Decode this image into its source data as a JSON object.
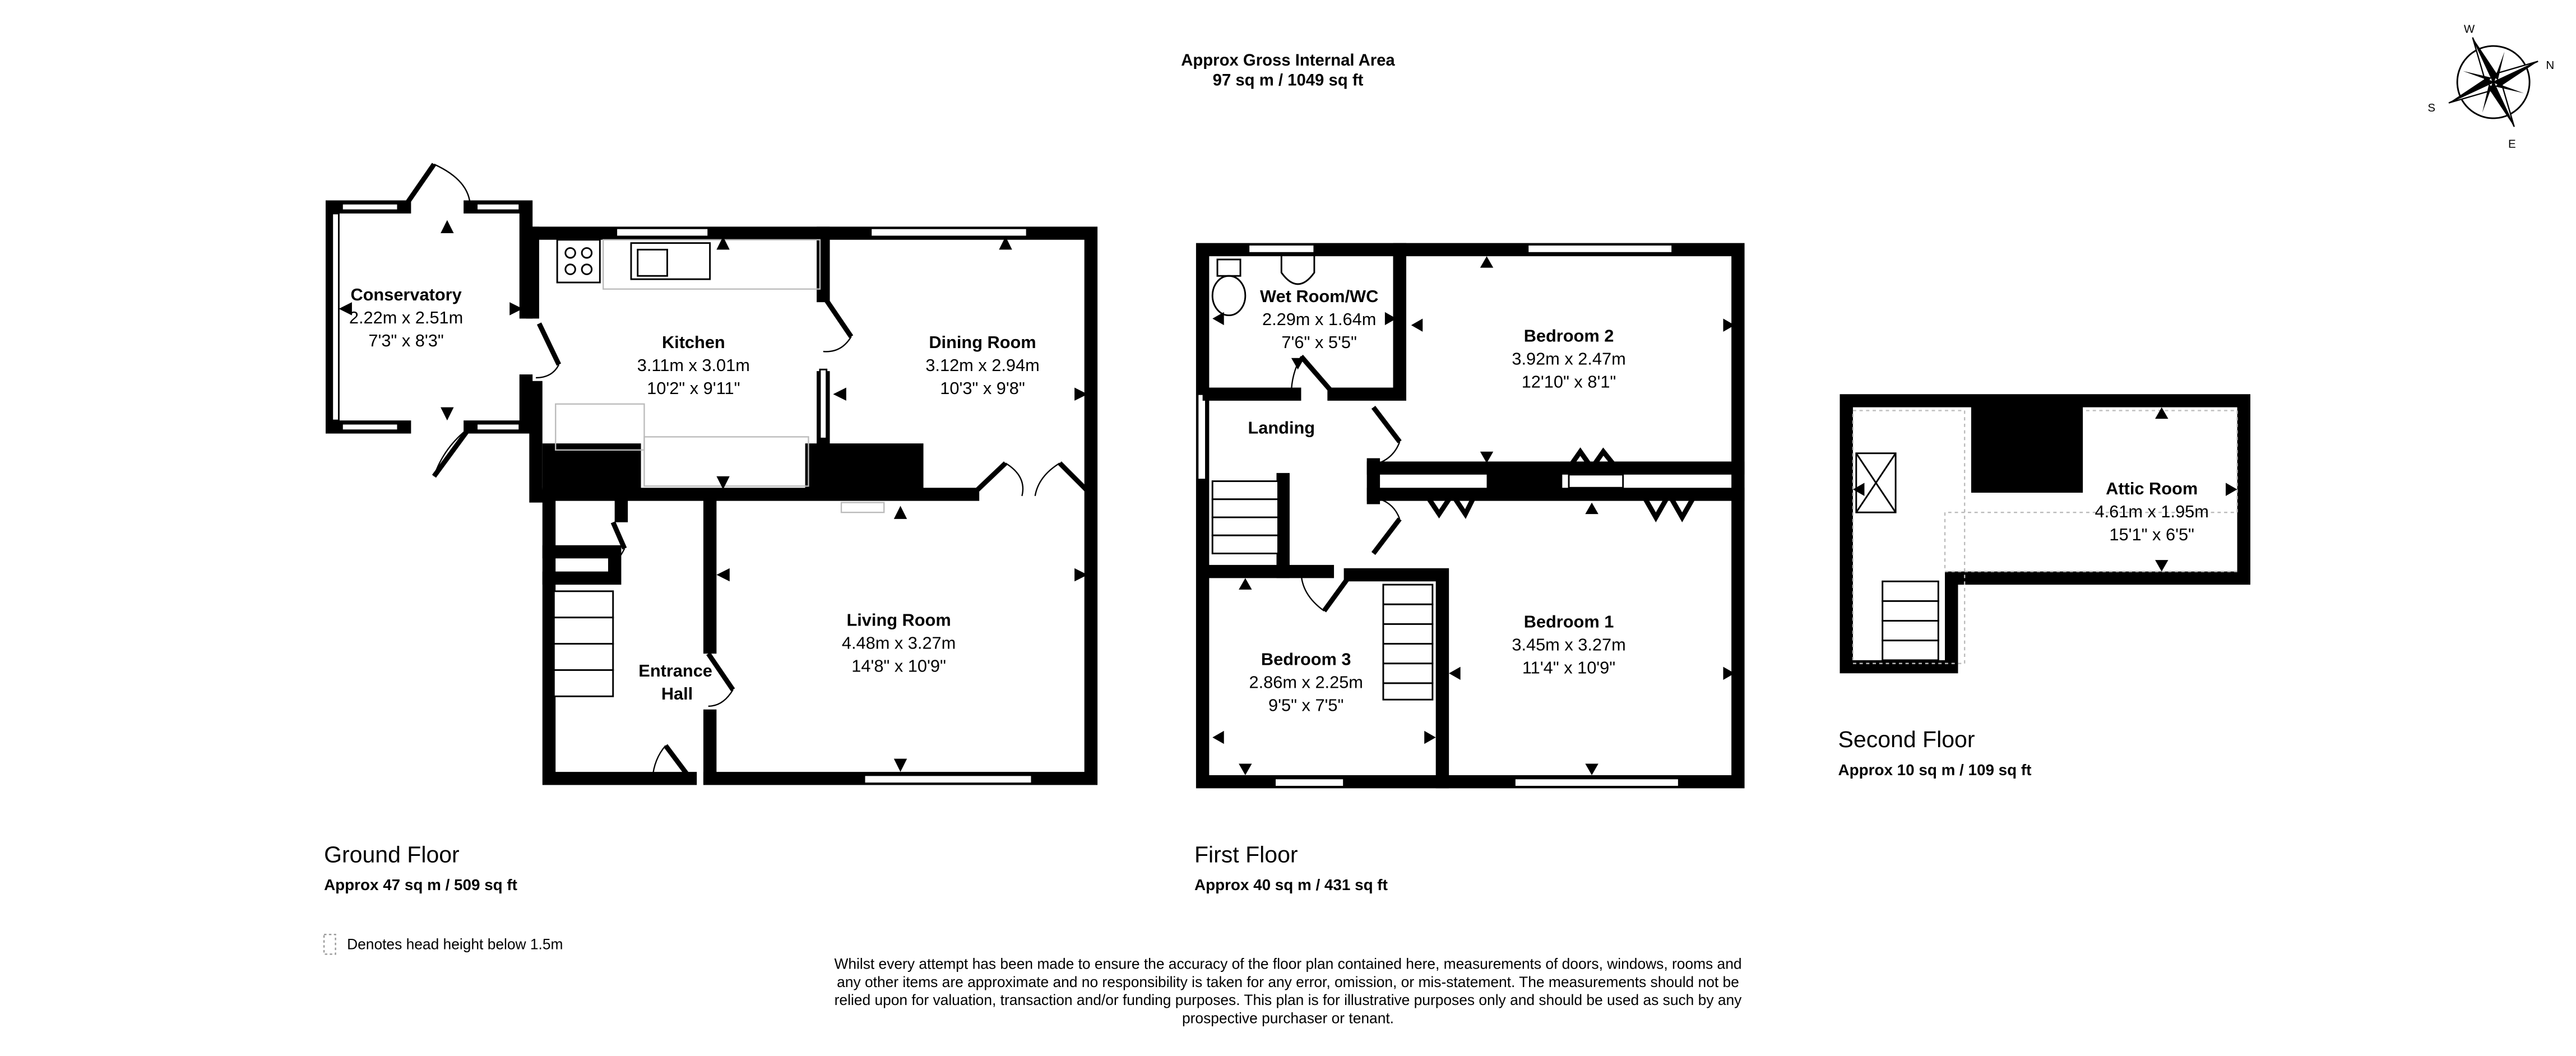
{
  "header": {
    "title": "Approx Gross Internal Area",
    "area": "97 sq m / 1049 sq ft"
  },
  "compass": {
    "letters": [
      "W",
      "N",
      "S",
      "E"
    ],
    "icon": "compass-rose-icon"
  },
  "ground_floor": {
    "label": "Ground Floor",
    "area": "Approx 47 sq m / 509 sq ft",
    "rooms": [
      {
        "name": "Conservatory",
        "metric": "2.22m x 2.51m",
        "imperial": "7'3\" x 8'3\""
      },
      {
        "name": "Kitchen",
        "metric": "3.11m x 3.01m",
        "imperial": "10'2\" x 9'11\""
      },
      {
        "name": "Dining Room",
        "metric": "3.12m x 2.94m",
        "imperial": "10'3\" x 9'8\""
      },
      {
        "name": "Living Room",
        "metric": "4.48m x 3.27m",
        "imperial": "14'8\" x 10'9\""
      },
      {
        "name_line1": "Entrance",
        "name_line2": "Hall"
      }
    ]
  },
  "first_floor": {
    "label": "First Floor",
    "area": "Approx 40 sq m / 431 sq ft",
    "rooms": [
      {
        "name": "Wet Room/WC",
        "metric": "2.29m x 1.64m",
        "imperial": "7'6\" x 5'5\""
      },
      {
        "name": "Bedroom 2",
        "metric": "3.92m x 2.47m",
        "imperial": "12'10\" x 8'1\""
      },
      {
        "name": "Landing"
      },
      {
        "name": "Bedroom 3",
        "metric": "2.86m x 2.25m",
        "imperial": "9'5\" x 7'5\""
      },
      {
        "name": "Bedroom 1",
        "metric": "3.45m x 3.27m",
        "imperial": "11'4\" x 10'9\""
      }
    ]
  },
  "second_floor": {
    "label": "Second Floor",
    "area": "Approx 10 sq m / 109 sq ft",
    "rooms": [
      {
        "name": "Attic Room",
        "metric": "4.61m x 1.95m",
        "imperial": "15'1\" x 6'5\""
      }
    ]
  },
  "legend": {
    "text": "Denotes head height below 1.5m"
  },
  "disclaimer": {
    "lines": [
      "Whilst every attempt has been made to ensure the accuracy of the floor plan contained here, measurements of doors, windows, rooms and",
      "any other items are approximate and no responsibility is taken for any error, omission, or mis-statement. The measurements should not be",
      "relied upon for valuation, transaction and/or funding purposes. This plan is for illustrative purposes only and should be used as such by any",
      "prospective purchaser or tenant."
    ]
  }
}
